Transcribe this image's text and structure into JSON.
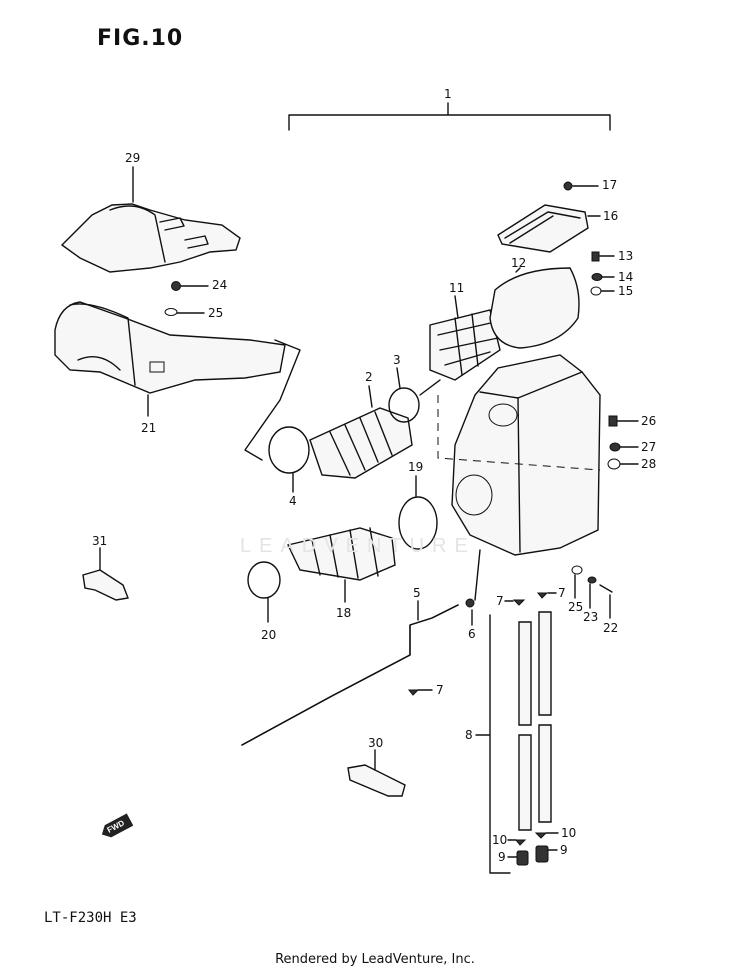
{
  "figure": {
    "title": "FIG.10",
    "model_code": "LT-F230H  E3",
    "footer": "Rendered by LeadVenture, Inc.",
    "watermark": "LEADVENTURE",
    "fwd_label": "FWD"
  },
  "callouts": {
    "c1": "1",
    "c2": "2",
    "c3": "3",
    "c4": "4",
    "c5": "5",
    "c6": "6",
    "c7a": "7",
    "c7b": "7",
    "c7c": "7",
    "c8": "8",
    "c9a": "9",
    "c9b": "9",
    "c10a": "10",
    "c10b": "10",
    "c11": "11",
    "c12": "12",
    "c13": "13",
    "c14": "14",
    "c15": "15",
    "c16": "16",
    "c17": "17",
    "c18": "18",
    "c19": "19",
    "c20": "20",
    "c21": "21",
    "c22": "22",
    "c23": "23",
    "c24": "24",
    "c25a": "25",
    "c25b": "25",
    "c26": "26",
    "c27": "27",
    "c28": "28",
    "c29": "29",
    "c30": "30",
    "c31": "31"
  }
}
